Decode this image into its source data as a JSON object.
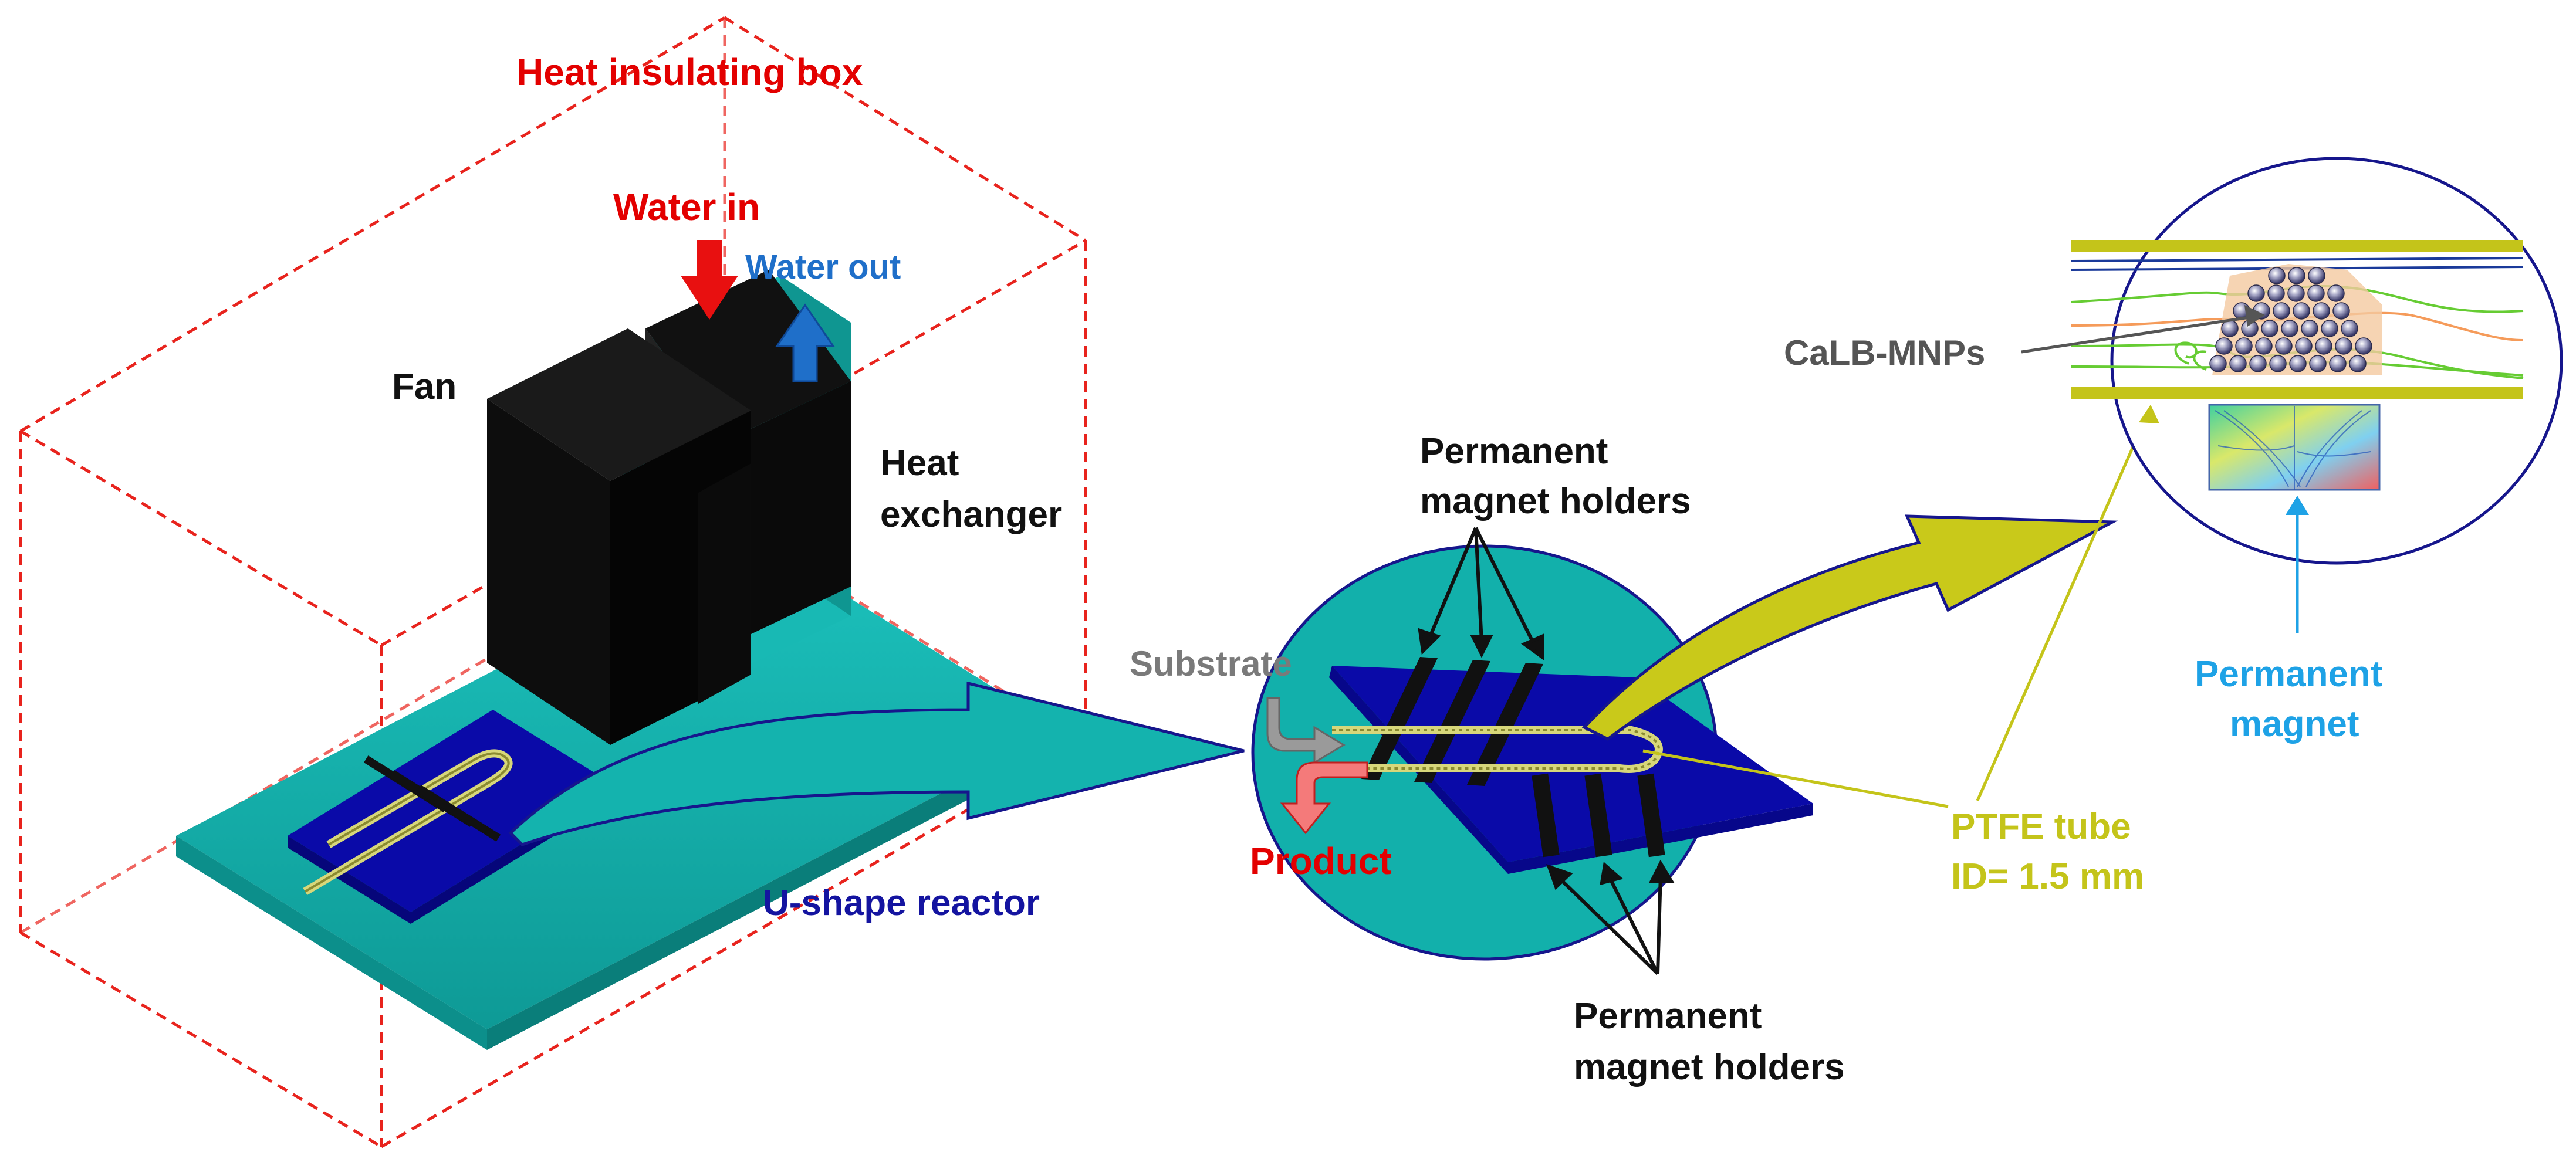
{
  "labels": {
    "heat_box": "Heat insulating box",
    "water_in": "Water in",
    "water_out": "Water out",
    "fan": "Fan",
    "heat": "Heat",
    "exchanger": "exchanger",
    "u_reactor": "U-shape reactor",
    "pmh_top_1": "Permanent",
    "pmh_top_2": "magnet holders",
    "pmh_bot_1": "Permanent",
    "pmh_bot_2": "magnet holders",
    "substrate": "Substrate",
    "product": "Product",
    "calb": "CaLB-MNPs",
    "ptfe_1": "PTFE tube",
    "ptfe_2": "ID= 1.5 mm",
    "pm_1": "Permanent",
    "pm_2": "magnet"
  },
  "colors": {
    "box_dash": "#e8231d",
    "teal": "#12b5b0",
    "navy": "#0a0aa8",
    "black": "#0b0b0b",
    "tube": "#c8c86a",
    "olive_arrow": "#c9c91a",
    "water_in_arrow": "#e81010",
    "water_out_arrow": "#1f6fc9"
  }
}
